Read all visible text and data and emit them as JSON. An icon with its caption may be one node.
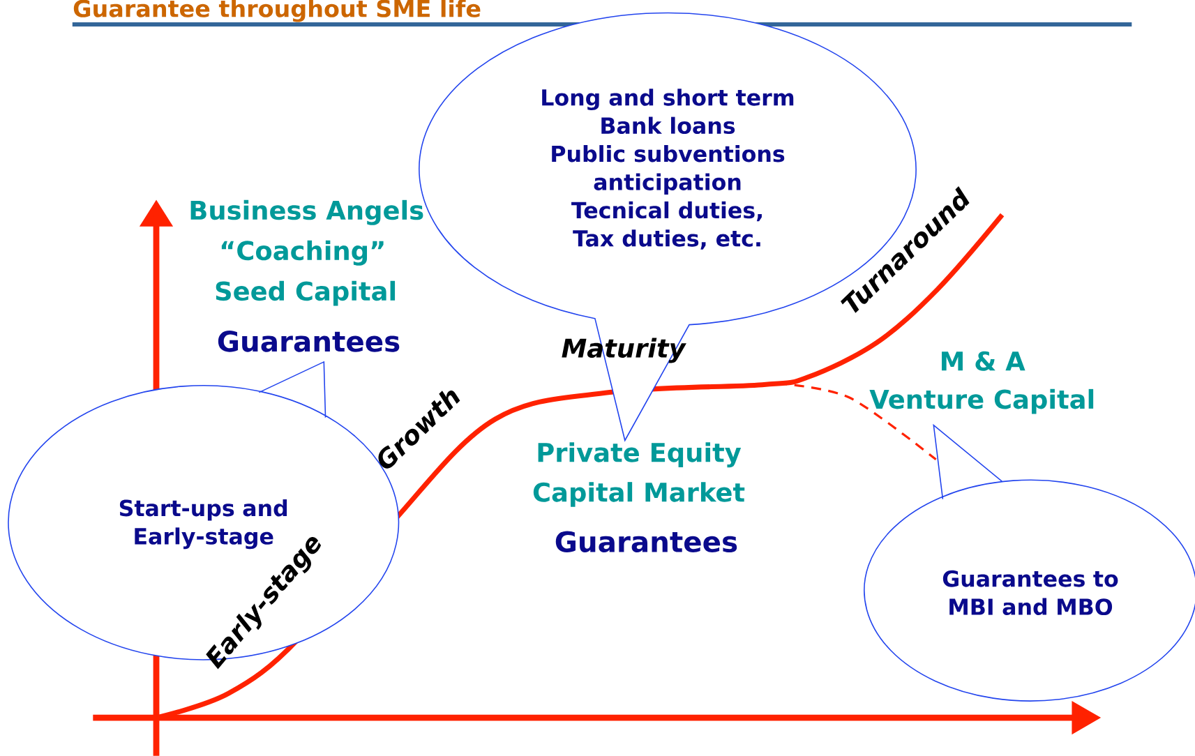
{
  "diagram": {
    "title": "Guarantee throughout SME life",
    "nodes": [
      {
        "text": [
          "Long and short term",
          "Bank loans",
          "Public subventions",
          "anticipation",
          "Tecnical duties,",
          "Tax duties, etc."
        ]
      },
      {
        "text": [
          "Start-ups and Early-stage"
        ]
      },
      {
        "text": [
          "Guarantees to MBI and MBO"
        ]
      }
    ],
    "labels": [
      "Business Angels",
      "“Coaching”",
      "Seed Capital",
      "Guarantees",
      "Turnaround",
      "Maturity",
      "Growth",
      "M & A",
      "Venture Capital",
      "Private Equity",
      "Capital Market",
      "Guarantees",
      "Early-stage"
    ]
  }
}
